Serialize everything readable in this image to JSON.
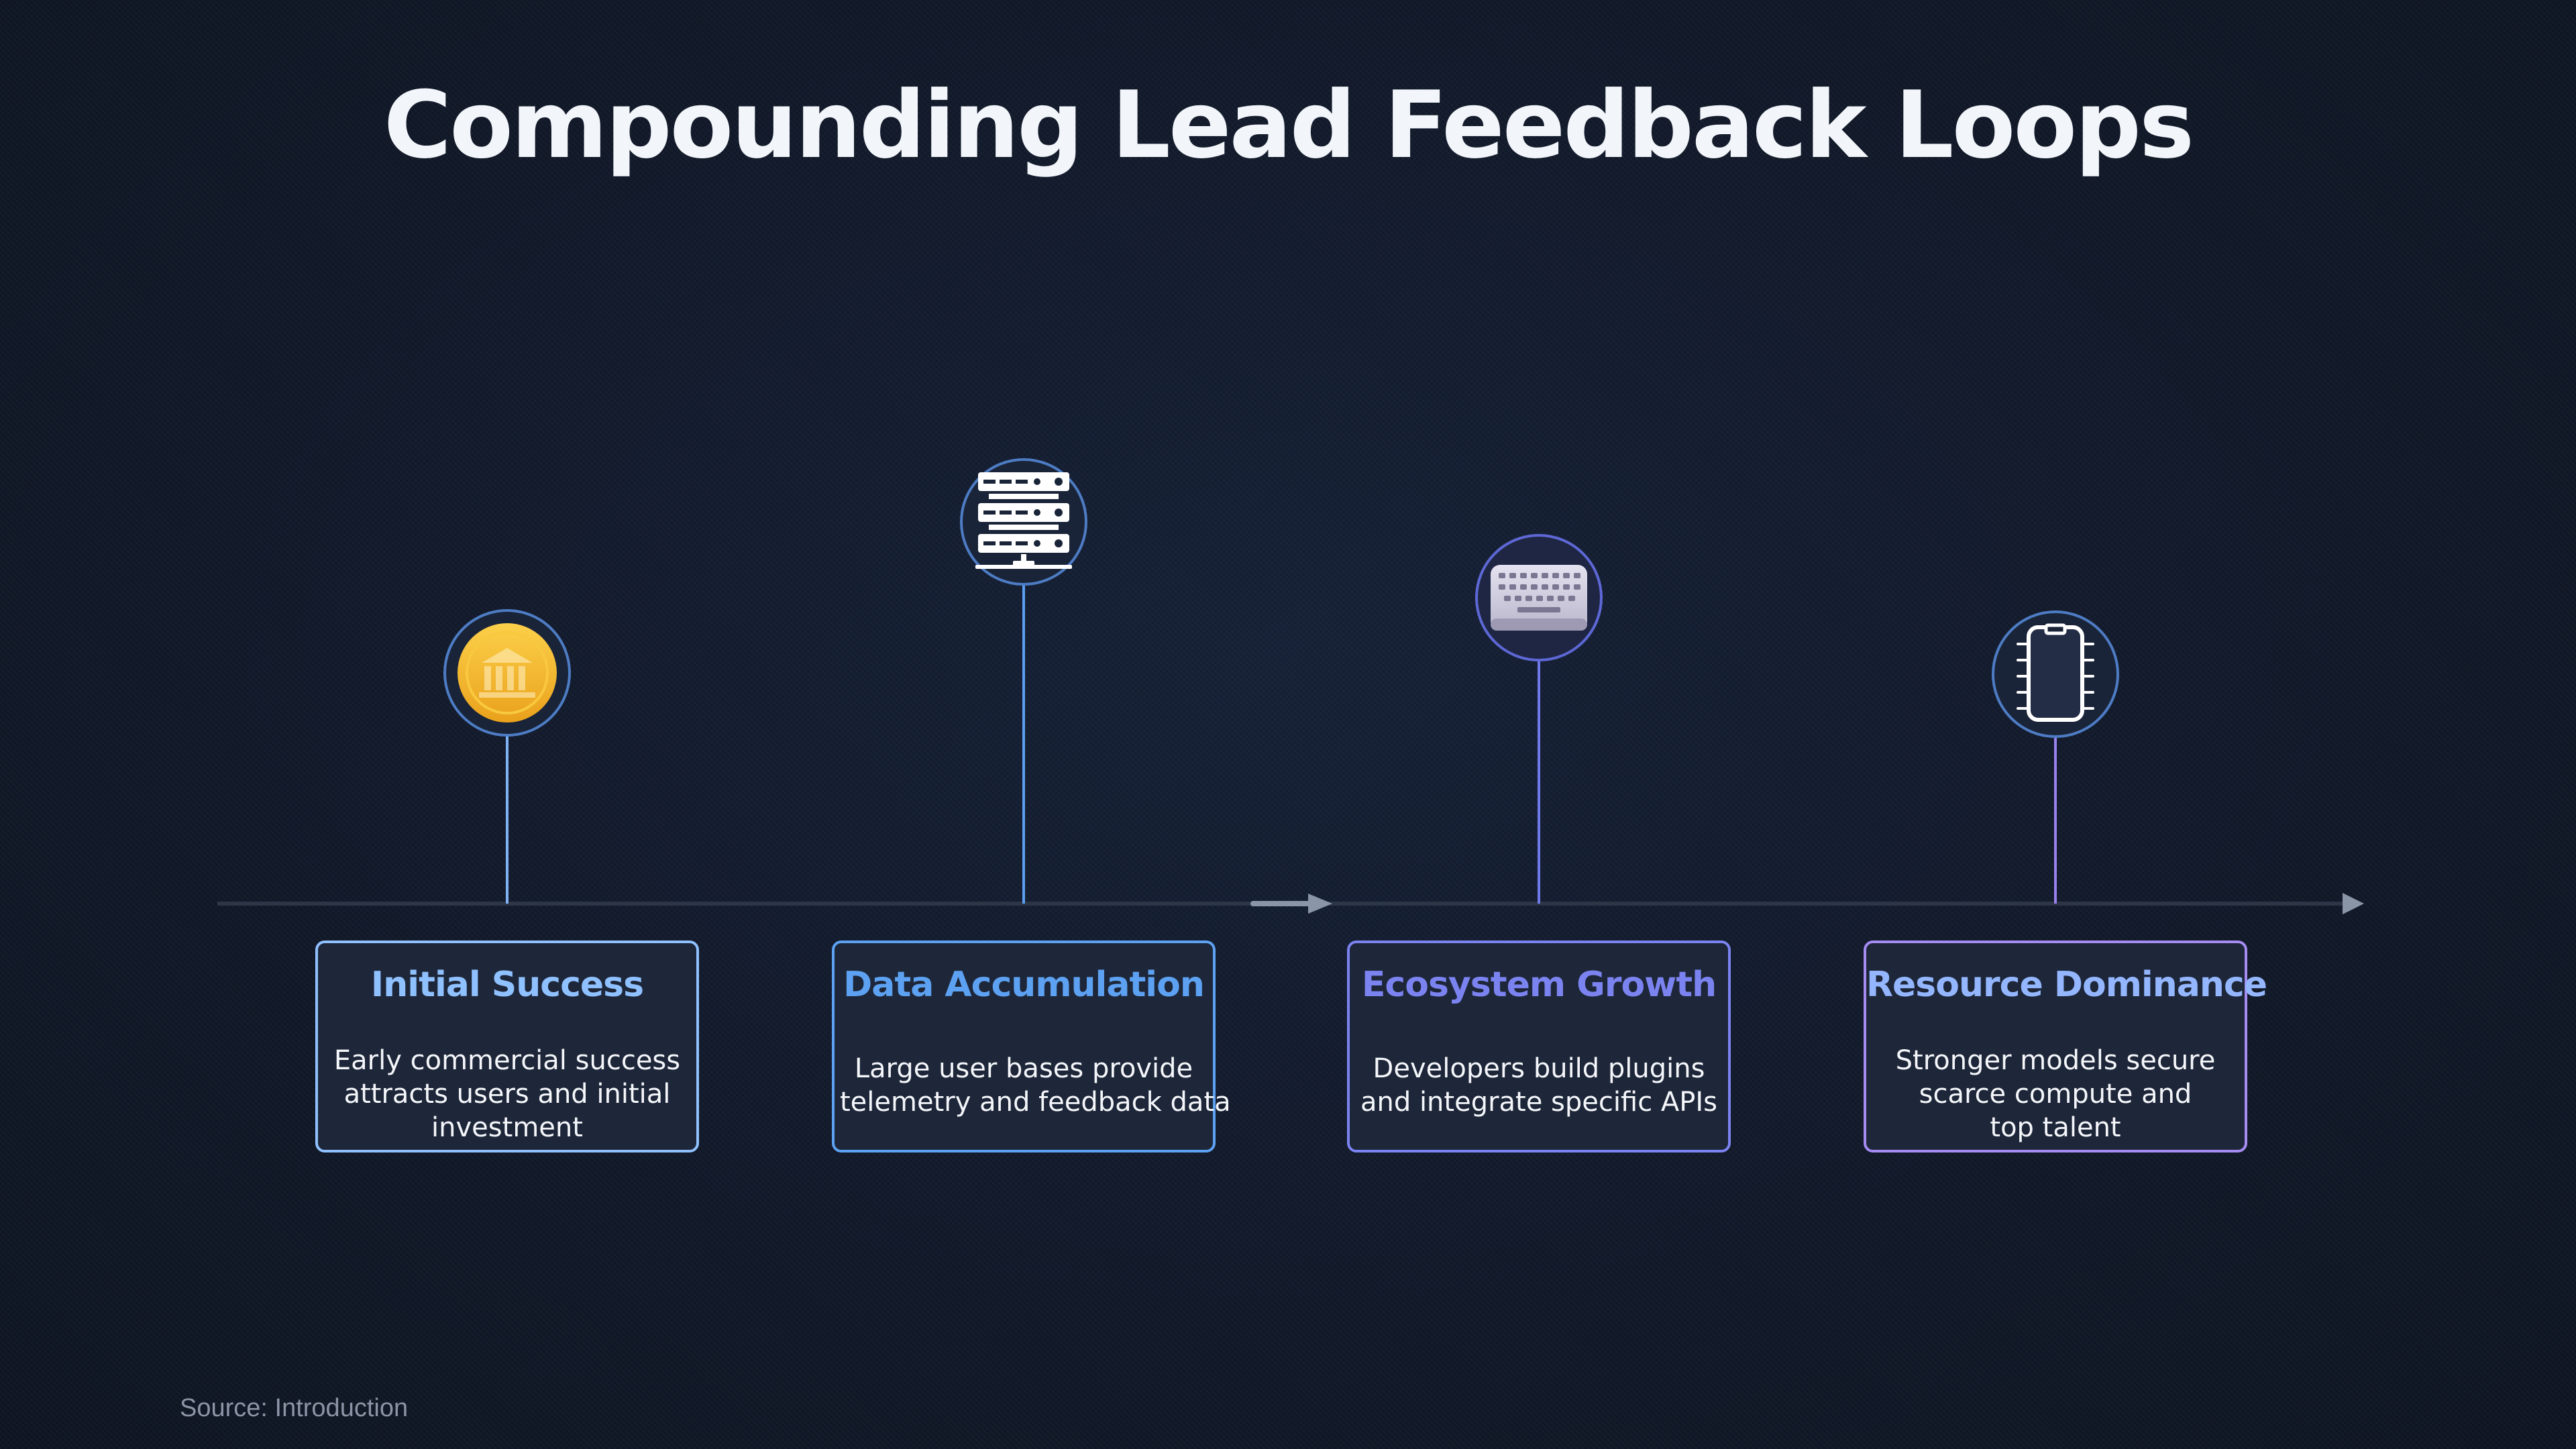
{
  "title": "Compounding Lead Feedback Loops",
  "source": "Source: Introduction",
  "colors": {
    "background": "#141c2c",
    "axis": "#2c3647",
    "stage_1": "#8fc0ff",
    "stage_2": "#5da1f2",
    "stage_3": "#7b83f0",
    "stage_4": "#a58bf2",
    "coin_gold": "#f5b82e"
  },
  "stages": [
    {
      "title": "Initial Success",
      "description": [
        "Early commercial success",
        "attracts users and initial",
        "investment"
      ],
      "icon": "bank-coin-icon"
    },
    {
      "title": "Data Accumulation",
      "description": [
        "Large user bases provide",
        "telemetry and feedback data"
      ],
      "icon": "server-rack-icon"
    },
    {
      "title": "Ecosystem Growth",
      "description": [
        "Developers build plugins",
        "and integrate specific APIs"
      ],
      "icon": "keyboard-icon"
    },
    {
      "title": "Resource Dominance",
      "description": [
        "Stronger models secure",
        "scarce compute and",
        "top talent"
      ],
      "icon": "chip-icon"
    }
  ]
}
